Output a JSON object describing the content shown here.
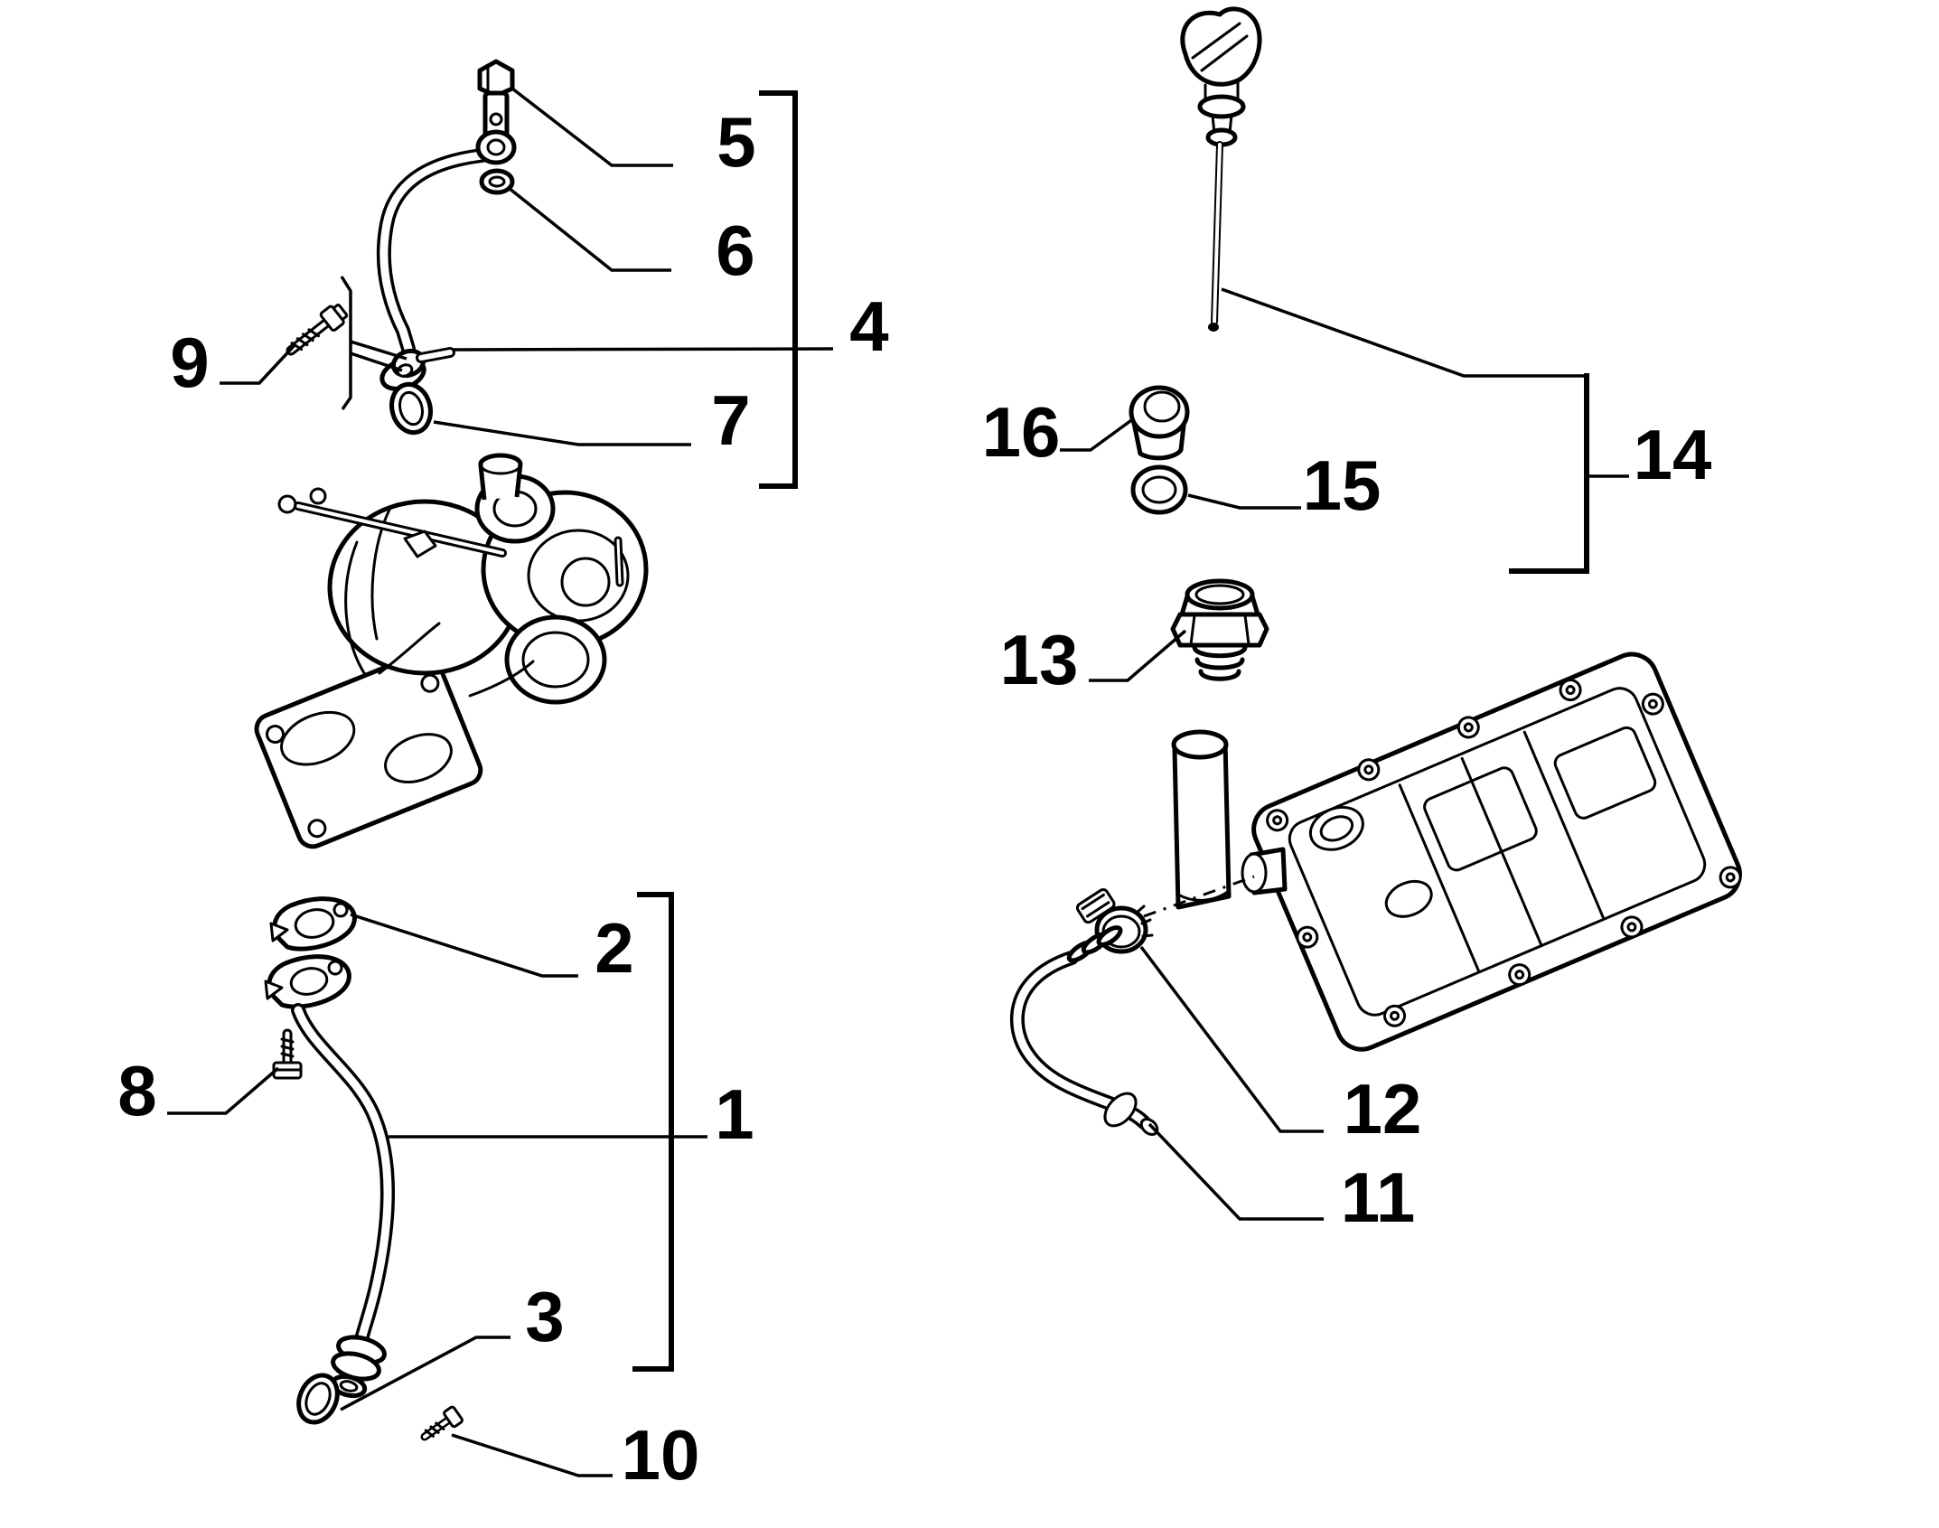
{
  "colors": {
    "background": "#ffffff",
    "line": "#000000"
  },
  "callouts": [
    "1",
    "2",
    "3",
    "4",
    "5",
    "6",
    "7",
    "8",
    "9",
    "10",
    "11",
    "12",
    "13",
    "14",
    "15",
    "16"
  ]
}
